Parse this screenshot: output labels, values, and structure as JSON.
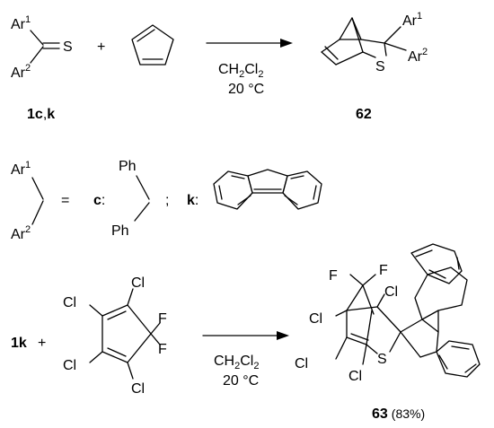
{
  "reaction1": {
    "reactant_ar_top": "Ar",
    "reactant_ar_top_sup": "1",
    "reactant_ar_bottom": "Ar",
    "reactant_ar_bottom_sup": "2",
    "reactant_s": "S",
    "plus": "+",
    "conditions_solvent_main": "CH",
    "conditions_solvent_sub1": "2",
    "conditions_solvent_cl": "Cl",
    "conditions_solvent_sub2": "2",
    "conditions_temp": "20 °C",
    "reactant_label_prefix": "1",
    "reactant_label_c": "c",
    "reactant_label_sep": ",",
    "reactant_label_k": "k",
    "product_ar_top": "Ar",
    "product_ar_top_sup": "1",
    "product_ar_bottom": "Ar",
    "product_ar_bottom_sup": "2",
    "product_s": "S",
    "product_label": "62"
  },
  "definitions": {
    "ar_top": "Ar",
    "ar_top_sup": "1",
    "ar_bottom": "Ar",
    "ar_bottom_sup": "2",
    "equals": "=",
    "c_label": "c",
    "c_colon": ":",
    "ph_top": "Ph",
    "ph_bottom": "Ph",
    "semicolon": ";",
    "k_label": "k",
    "k_colon": ":"
  },
  "reaction2": {
    "reactant_label": "1k",
    "plus": "+",
    "cl_top_left": "Cl",
    "cl_top_right": "Cl",
    "cl_bottom_left": "Cl",
    "cl_bottom_right": "Cl",
    "f_upper": "F",
    "f_lower": "F",
    "conditions_solvent_main": "CH",
    "conditions_solvent_sub1": "2",
    "conditions_solvent_cl": "Cl",
    "conditions_solvent_sub2": "2",
    "conditions_temp": "20 °C",
    "product_f_left": "F",
    "product_f_right": "F",
    "product_cl_bridge": "Cl",
    "product_cl_left": "Cl",
    "product_cl_bottom": "Cl",
    "product_cl_bottom_right": "Cl",
    "product_s": "S",
    "product_label": "63",
    "product_yield": "(83%)"
  }
}
